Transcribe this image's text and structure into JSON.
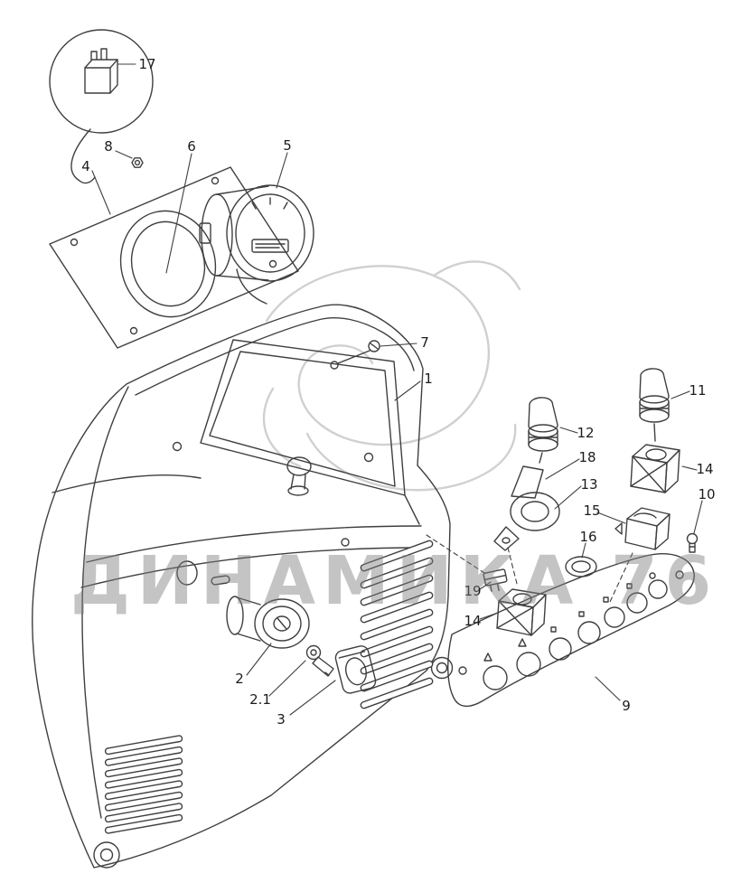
{
  "meta": {
    "background": "#ffffff"
  },
  "colors": {
    "line": "#3f3f3f",
    "callout_text": "#1c1c1c",
    "watermark_text": "#7d7d7d",
    "watermark_swirl": "#cccccc"
  },
  "watermark": {
    "text": "ДИНАМИКА 76"
  },
  "callouts": {
    "c1": "1",
    "c2": "2",
    "c21": "2.1",
    "c3": "3",
    "c4": "4",
    "c5": "5",
    "c6": "6",
    "c7": "7",
    "c8": "8",
    "c9": "9",
    "c10": "10",
    "c11": "11",
    "c12": "12",
    "c13": "13",
    "c14a": "14",
    "c14b": "14",
    "c15": "15",
    "c16": "16",
    "c17": "17",
    "c18": "18",
    "c19": "19"
  }
}
